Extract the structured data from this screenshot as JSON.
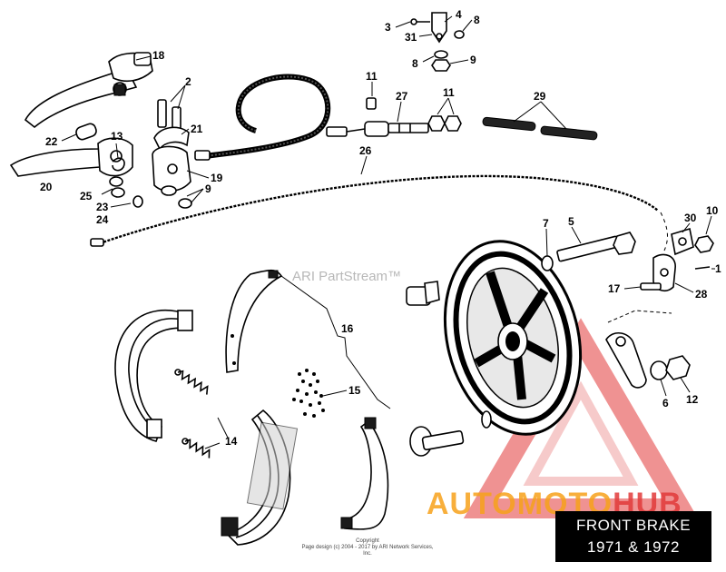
{
  "title": {
    "line1": "FRONT BRAKE",
    "line2": "1971 & 1972"
  },
  "watermark": "ARI PartStream™",
  "copyright": {
    "line1": "Copyright",
    "line2": "Page design (c) 2004 - 2017 by ARI Network Services, Inc."
  },
  "brand": {
    "part1": "AUTOMOTO",
    "part2": "HUB",
    "color1": "#f7a21b",
    "color2": "#e23a3a"
  },
  "callouts": [
    {
      "id": "c-1",
      "text": "1"
    },
    {
      "id": "c-2",
      "text": "2"
    },
    {
      "id": "c-3",
      "text": "3"
    },
    {
      "id": "c-4",
      "text": "4"
    },
    {
      "id": "c-5",
      "text": "5"
    },
    {
      "id": "c-6",
      "text": "6"
    },
    {
      "id": "c-7",
      "text": "7"
    },
    {
      "id": "c-8a",
      "text": "8"
    },
    {
      "id": "c-8b",
      "text": "8"
    },
    {
      "id": "c-9a",
      "text": "9"
    },
    {
      "id": "c-9b",
      "text": "9"
    },
    {
      "id": "c-10",
      "text": "10"
    },
    {
      "id": "c-11a",
      "text": "11"
    },
    {
      "id": "c-11b",
      "text": "11"
    },
    {
      "id": "c-12",
      "text": "12"
    },
    {
      "id": "c-13",
      "text": "13"
    },
    {
      "id": "c-14",
      "text": "14"
    },
    {
      "id": "c-15",
      "text": "15"
    },
    {
      "id": "c-16",
      "text": "16"
    },
    {
      "id": "c-17",
      "text": "17"
    },
    {
      "id": "c-18",
      "text": "18"
    },
    {
      "id": "c-19",
      "text": "19"
    },
    {
      "id": "c-20",
      "text": "20"
    },
    {
      "id": "c-21",
      "text": "21"
    },
    {
      "id": "c-22",
      "text": "22"
    },
    {
      "id": "c-23",
      "text": "23"
    },
    {
      "id": "c-24",
      "text": "24"
    },
    {
      "id": "c-25",
      "text": "25"
    },
    {
      "id": "c-26",
      "text": "26"
    },
    {
      "id": "c-27",
      "text": "27"
    },
    {
      "id": "c-28",
      "text": "28"
    },
    {
      "id": "c-29",
      "text": "29"
    },
    {
      "id": "c-30",
      "text": "30"
    },
    {
      "id": "c-31",
      "text": "31"
    }
  ]
}
